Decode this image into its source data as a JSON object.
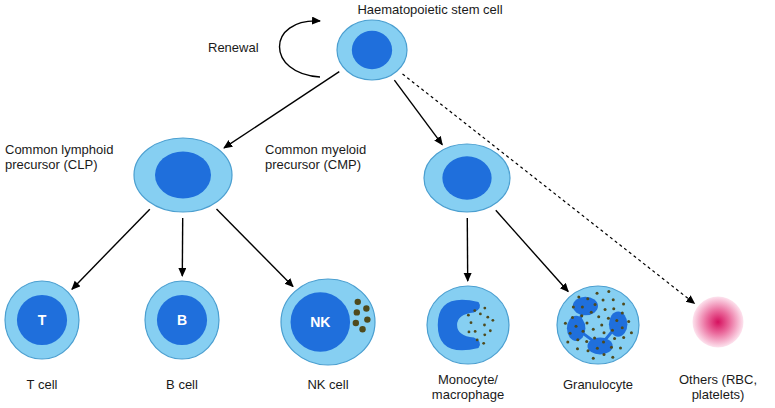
{
  "diagram": {
    "nodes": [
      {
        "text": [
          "Haematopoietic stem cell"
        ]
      },
      {
        "text": [
          "Common lymphoid precursor (CLP)"
        ]
      },
      {
        "text": [
          "Common myeloid precursor (CMP)"
        ]
      },
      {
        "text": [
          "T",
          "T cell"
        ]
      },
      {
        "text": [
          "B",
          "B cell"
        ]
      },
      {
        "text": [
          "NK",
          "NK cell"
        ]
      },
      {
        "text": [
          "Monocyte/ macrophage"
        ]
      },
      {
        "text": [
          "Granulocyte"
        ]
      },
      {
        "text": [
          "Others (RBC, platelets)"
        ]
      }
    ],
    "edges": [
      {
        "from": 0,
        "to": 1,
        "arrow": "to"
      },
      {
        "from": 0,
        "to": 2,
        "arrow": "to"
      },
      {
        "from": 0,
        "to": 8,
        "arrow": "to"
      },
      {
        "from": 1,
        "to": 3,
        "arrow": "to"
      },
      {
        "from": 1,
        "to": 4,
        "arrow": "to"
      },
      {
        "from": 1,
        "to": 5,
        "arrow": "to"
      },
      {
        "from": 2,
        "to": 6,
        "arrow": "to"
      },
      {
        "from": 2,
        "to": 7,
        "arrow": "to"
      }
    ],
    "labels": [
      "Renewal"
    ]
  }
}
